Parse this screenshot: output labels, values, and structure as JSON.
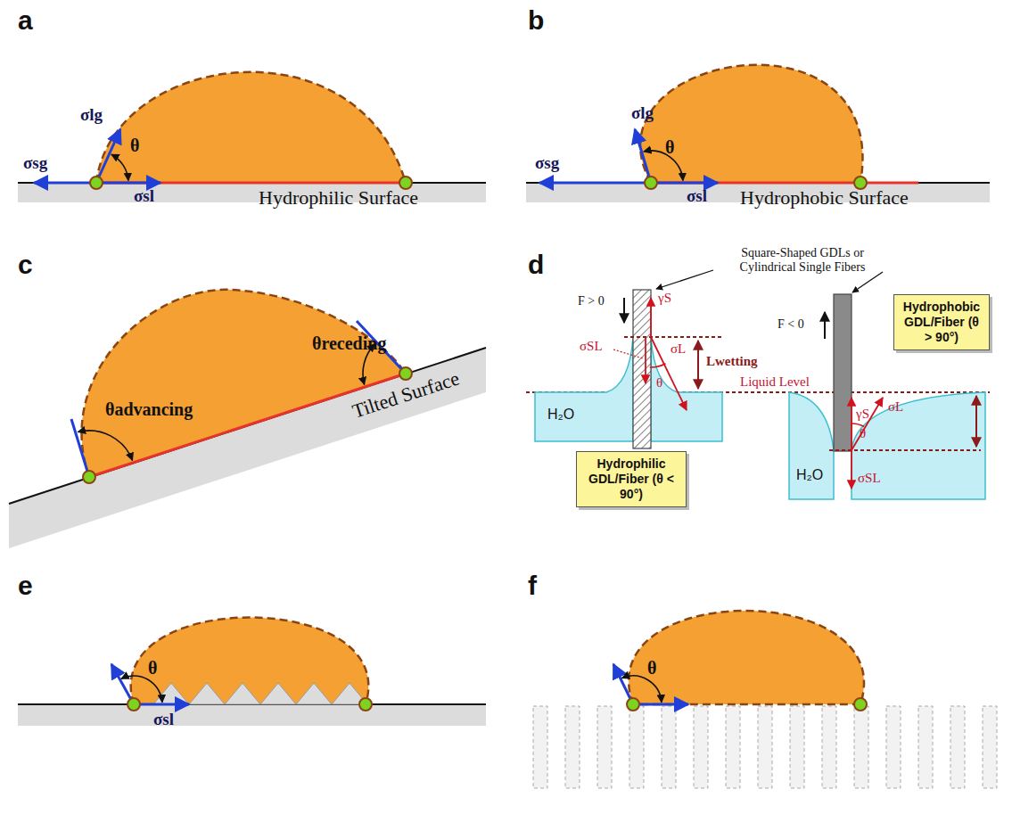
{
  "diagram": {
    "nodes": [
      {
        "text": [
          "Hydrophilic GDL/Fiber (θ < 90°)"
        ]
      },
      {
        "text": [
          "Hydrophobic GDL/Fiber (θ > 90°)"
        ]
      }
    ],
    "labels": [
      "a",
      "σlg",
      "θ",
      "σsg",
      "σsl",
      "Hydrophilic Surface",
      "b",
      "σlg",
      "θ",
      "σsg",
      "σsl",
      "Hydrophobic Surface",
      "c",
      "θadvancing",
      "θreceding",
      "Tilted Surface",
      "d",
      "Square-Shaped GDLs or Cylindrical Single Fibers",
      "F > 0",
      "γS",
      "σSL",
      "σL",
      "Lwetting",
      "θ",
      "Liquid Level",
      "H₂O",
      "F < 0",
      "γS",
      "σL",
      "θ",
      "σSL",
      "H₂O",
      "e",
      "θ",
      "σsl",
      "f",
      "θ"
    ]
  }
}
